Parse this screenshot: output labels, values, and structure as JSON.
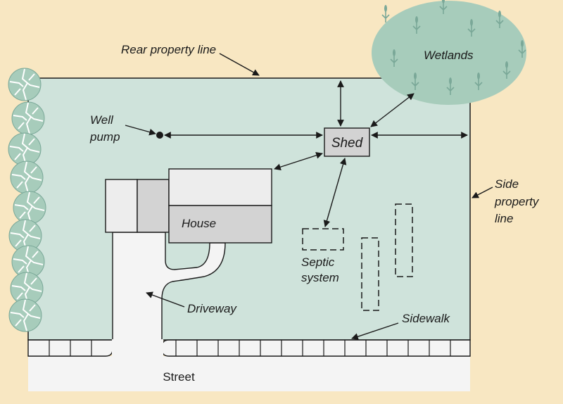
{
  "colors": {
    "background": "#f8e7c2",
    "property": "#cfe3db",
    "wetlands": "#a7ccbb",
    "street": "#f4f4f4",
    "building_light": "#ededed",
    "building_dark": "#d3d3d3",
    "line": "#1a1a1a"
  },
  "labels": {
    "rear_property_line": "Rear property line",
    "wetlands": "Wetlands",
    "well_line1": "Well",
    "well_line2": "pump",
    "shed": "Shed",
    "house": "House",
    "side_line1": "Side",
    "side_line2": "property",
    "side_line3": "line",
    "septic_line1": "Septic",
    "septic_line2": "system",
    "driveway": "Driveway",
    "sidewalk": "Sidewalk",
    "street": "Street"
  },
  "icons": {
    "tree": "tree-icon",
    "wetland_plant": "reed-icon",
    "well": "well-dot-icon"
  }
}
